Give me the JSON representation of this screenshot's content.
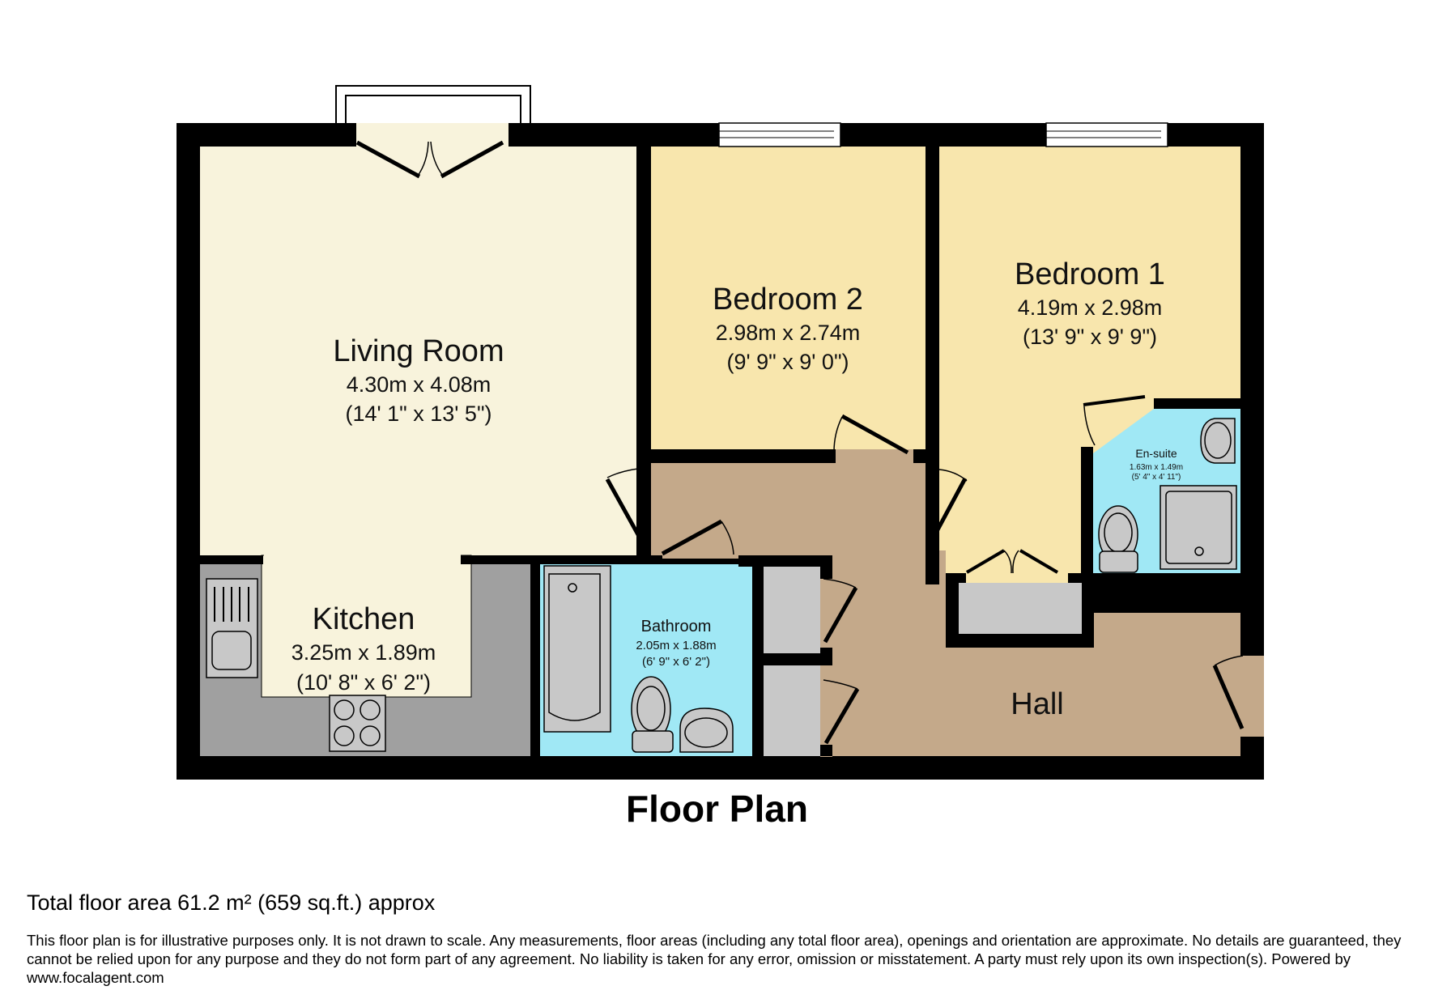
{
  "title": "Floor Plan",
  "rooms": {
    "living_room": {
      "name": "Living Room",
      "metric": "4.30m x 4.08m",
      "imperial": "(14' 1\" x 13' 5\")"
    },
    "bedroom_2": {
      "name": "Bedroom 2",
      "metric": "2.98m x 2.74m",
      "imperial": "(9' 9\" x 9' 0\")"
    },
    "bedroom_1": {
      "name": "Bedroom 1",
      "metric": "4.19m x 2.98m",
      "imperial": "(13' 9\" x 9' 9\")"
    },
    "en_suite": {
      "name": "En-suite",
      "metric": "1.63m x 1.49m",
      "imperial": "(5' 4\" x 4' 11\")"
    },
    "kitchen": {
      "name": "Kitchen",
      "metric": "3.25m x 1.89m",
      "imperial": "(10' 8\" x 6' 2\")"
    },
    "bathroom": {
      "name": "Bathroom",
      "metric": "2.05m x 1.88m",
      "imperial": "(6' 9\" x 6' 2\")"
    },
    "hall": {
      "name": "Hall"
    }
  },
  "colors": {
    "wall": "#000000",
    "living": "#f8f3dc",
    "bedroom": "#f8e6ad",
    "hall": "#c4a98a",
    "wet_room": "#a0e8f5",
    "kitchen_counter": "#a0a0a0",
    "fixture": "#c8c8c8"
  },
  "footer": {
    "total_area": "Total floor area 61.2 m² (659 sq.ft.) approx",
    "disclaimer": "This floor plan is for illustrative purposes only. It is not drawn to scale. Any measurements, floor areas (including any total floor area), openings and orientation are approximate. No details are guaranteed, they cannot be relied upon for any purpose and they do not form part of any agreement. No liability is taken for any error, omission or misstatement. A party must rely upon its own inspection(s). Powered by www.focalagent.com"
  }
}
